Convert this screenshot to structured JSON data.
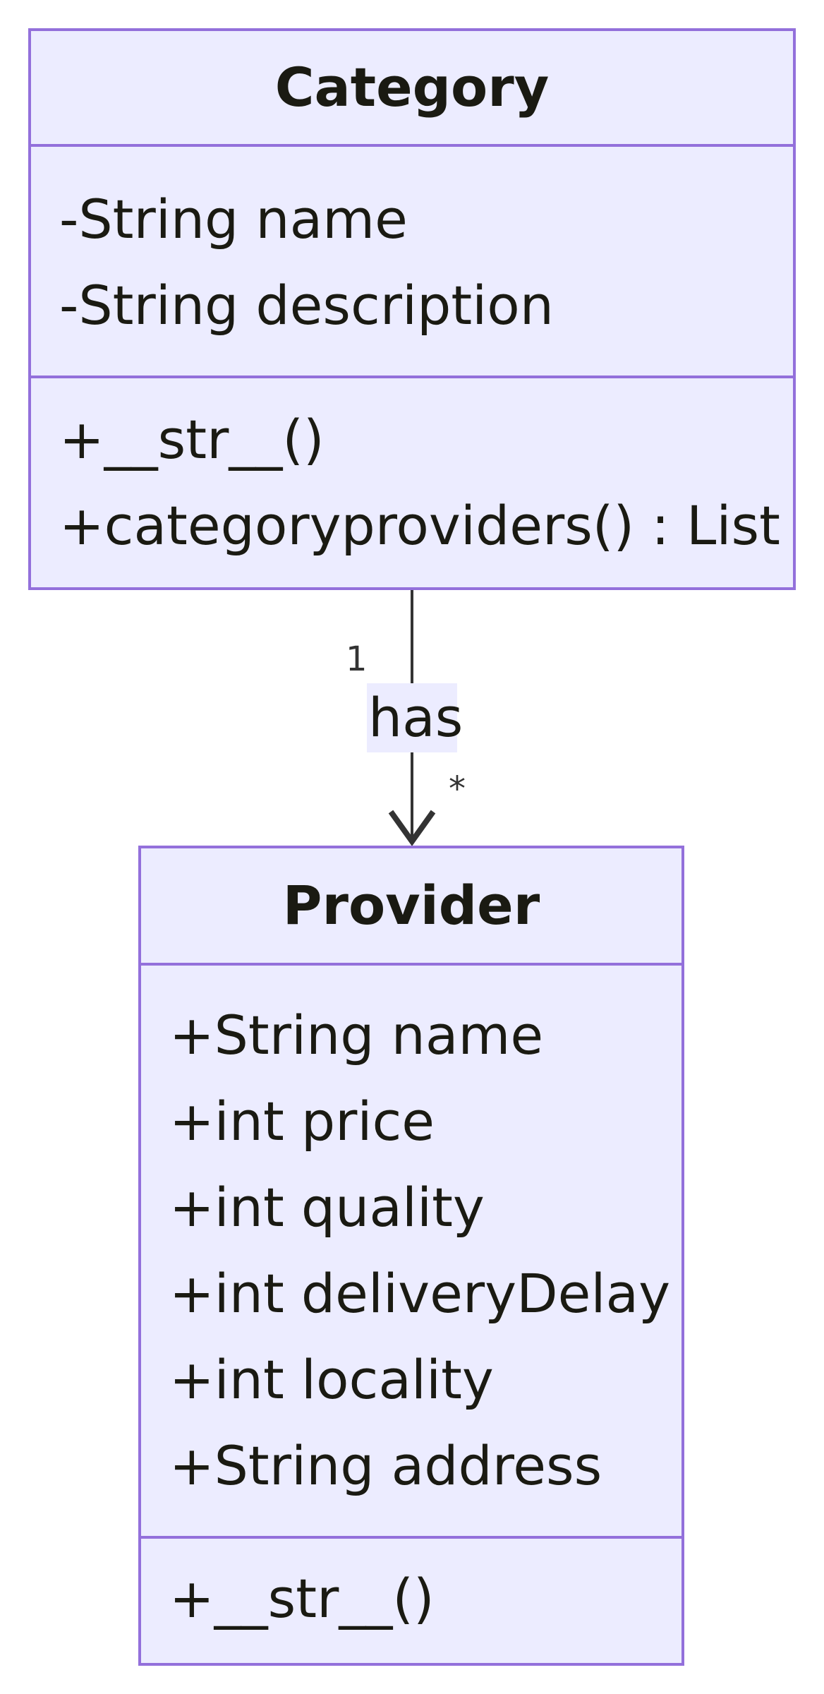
{
  "classes": {
    "category": {
      "name": "Category",
      "attributes": [
        "-String name",
        "-String description"
      ],
      "methods": [
        "+__str__()",
        "+categoryproviders() : List"
      ]
    },
    "provider": {
      "name": "Provider",
      "attributes": [
        "+String name",
        "+int price",
        "+int quality",
        "+int deliveryDelay",
        "+int locality",
        "+String address"
      ],
      "methods": [
        "+__str__()"
      ]
    }
  },
  "relation": {
    "label": "has",
    "source_multiplicity": "1",
    "target_multiplicity": "*"
  },
  "colors": {
    "box_fill": "#ececff",
    "box_border": "#9370db",
    "edge": "#333333",
    "text": "#1a1a12"
  }
}
